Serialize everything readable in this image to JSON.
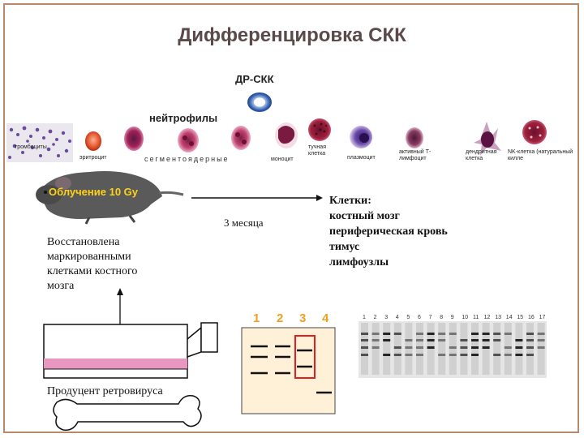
{
  "title": "Дифференцировка СКК",
  "hsc_label": "ДР-СКК",
  "neutrophils_label": "нейтрофилы",
  "segmented_label": "сегментоядерные",
  "cell_labels": {
    "platelets": "тромбоциты",
    "erythrocyte": "эритроцит",
    "monocyte": "моноцит",
    "mast_cell": "тучная клетка",
    "plasmocyte": "плазмоцит",
    "active_t": "активный Т-лимфоцит",
    "dendritic": "дендритная клетка",
    "nk": "NK-клетка (натуральный килле"
  },
  "irradiation": "Облучение 10 Gy",
  "months": "3 месяца",
  "restored": [
    "Восстановлена",
    "маркированными",
    "клетками костного",
    "мозга"
  ],
  "cells_heading": "Клетки:",
  "cells_list": [
    "костный мозг",
    "периферическая кровь",
    "тимус",
    "лимфоузлы"
  ],
  "producer": "Продуцент ретровируса",
  "lanes": [
    "1",
    "2",
    "3",
    "4"
  ],
  "gel_lanes": [
    "1",
    "2",
    "3",
    "4",
    "5",
    "6",
    "7",
    "8",
    "9",
    "10",
    "11",
    "12",
    "13",
    "14",
    "15",
    "16",
    "17"
  ],
  "colors": {
    "frame": "#b9896c",
    "title": "#5a4a4a",
    "irradiation": "#ffd21a",
    "lane_numbers": "#f0a020",
    "highlight_box": "#e02020",
    "dish_band": "#e898c0",
    "gel_panel": "#fff0d8"
  }
}
